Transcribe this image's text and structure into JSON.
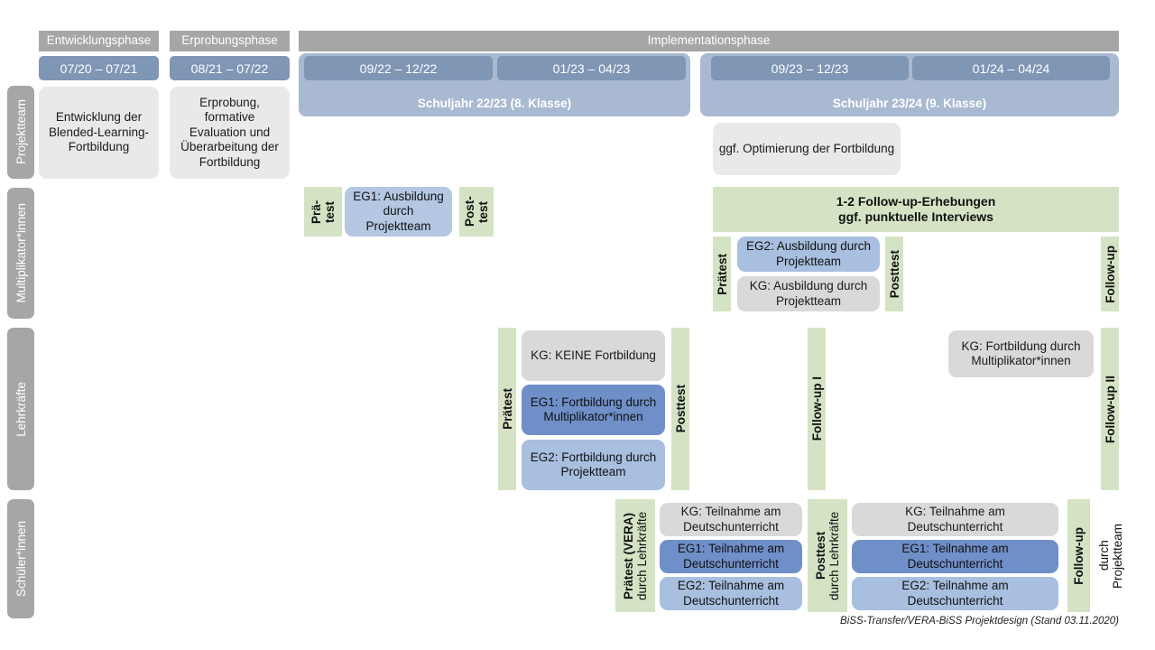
{
  "document": {
    "footer": "BiSS-Transfer/VERA-BiSS Projektdesign (Stand 03.11.2020)"
  },
  "phases": [
    {
      "name": "Entwicklungsphase",
      "period": "07/20 – 07/21"
    },
    {
      "name": "Erprobungsphase",
      "period": "08/21 – 07/22"
    },
    {
      "name": "Implementationsphase"
    }
  ],
  "school_years": [
    {
      "label": "Schuljahr 22/23 (8. Klasse)",
      "periods": [
        "09/22 – 12/22",
        "01/23 – 04/23"
      ]
    },
    {
      "label": "Schuljahr 23/24 (9. Klasse)",
      "periods": [
        "09/23 – 12/23",
        "01/24 – 04/24"
      ]
    }
  ],
  "rows": [
    {
      "id": "projektteam",
      "label": "Projektteam",
      "cards": [
        {
          "text": "Entwicklung der Blended-Learning-Fortbildung",
          "style": "gray"
        },
        {
          "text": "Erprobung, formative Evaluation und Überarbeitung der Fortbildung",
          "style": "gray"
        },
        {
          "text": "ggf. Optimierung der Fortbildung",
          "style": "gray"
        }
      ]
    },
    {
      "id": "multiplikatorinnen",
      "label": "Multiplikator*innen",
      "banner": "1-2 Follow-up-Erhebungen\nggf. punktuelle Interviews",
      "banner_line1": "1-2 Follow-up-Erhebungen",
      "banner_line2": "ggf. punktuelle Interviews",
      "measures": [
        {
          "text": "Prä-\ntest",
          "line1": "Prä-",
          "line2": "test"
        },
        {
          "text": "Post-\ntest",
          "line1": "Post-",
          "line2": "test"
        },
        {
          "text": "Prätest"
        },
        {
          "text": "Posttest"
        },
        {
          "text": "Follow-up"
        }
      ],
      "cards": [
        {
          "text": "EG1: Ausbildung durch Projektteam",
          "style": "blue-soft"
        },
        {
          "text": "EG2: Ausbildung durch Projektteam",
          "style": "blue-light"
        },
        {
          "text": "KG: Ausbildung durch Projektteam",
          "style": "gray2"
        }
      ]
    },
    {
      "id": "lehrkraefte",
      "label": "Lehrkräfte",
      "measures": [
        {
          "text": "Prätest"
        },
        {
          "text": "Posttest"
        },
        {
          "text": "Follow-up I"
        },
        {
          "text": "Follow-up II"
        }
      ],
      "cards": [
        {
          "text": "KG:  KEINE Fortbildung",
          "style": "gray2"
        },
        {
          "text": "EG1: Fortbildung durch Multiplikator*innen",
          "style": "blue-mid"
        },
        {
          "text": "EG2: Fortbildung durch Projektteam",
          "style": "blue-light"
        },
        {
          "text": "KG: Fortbildung durch Multiplikator*innen",
          "style": "gray2"
        }
      ]
    },
    {
      "id": "schuelerinnen",
      "label": "Schüler*innen",
      "measures": [
        {
          "main": "Prätest (VERA)",
          "sub": "durch Lehrkräfte"
        },
        {
          "main": "Posttest",
          "sub": "durch Lehrkräfte"
        },
        {
          "main": "Follow-up",
          "sub": "durch",
          "sub2": "Projektteam"
        }
      ],
      "cards_left": [
        {
          "text": "KG: Teilnahme am Deutschunterricht",
          "style": "gray2"
        },
        {
          "text": "EG1: Teilnahme am Deutschunterricht",
          "style": "blue-mid"
        },
        {
          "text": "EG2: Teilnahme am Deutschunterricht",
          "style": "blue-light"
        }
      ],
      "cards_right": [
        {
          "text": "KG: Teilnahme am Deutschunterricht",
          "style": "gray2"
        },
        {
          "text": "EG1: Teilnahme am Deutschunterricht",
          "style": "blue-mid"
        },
        {
          "text": "EG2: Teilnahme am Deutschunterricht",
          "style": "blue-light"
        }
      ]
    }
  ],
  "colors": {
    "phase_header": "#a6a6a6",
    "date_chip": "#7f96b5",
    "year_band": "#a9b9d1",
    "green": "#d5e3c5",
    "gray_card": "#e9e9e9",
    "gray_card_alt": "#d9d9d9",
    "blue_eg1": "#6f8fc8",
    "blue_eg2": "#a8bfdf",
    "blue_soft": "#b4c7e3"
  }
}
